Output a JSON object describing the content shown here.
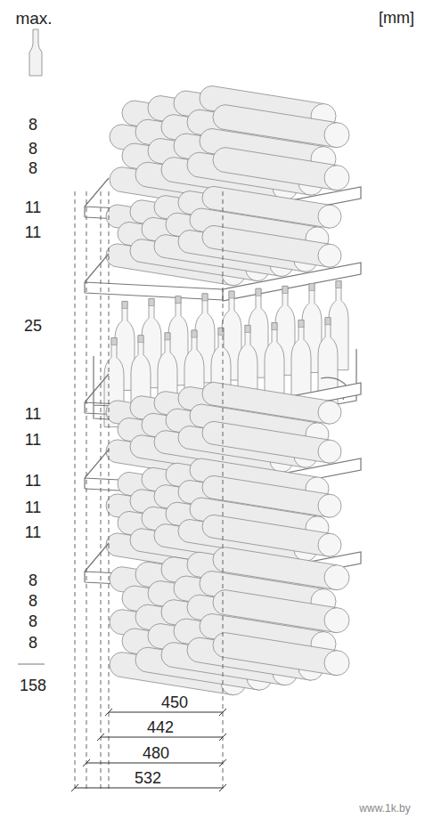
{
  "diagram": {
    "labels": [
      "max.",
      "[mm]",
      "8",
      "8",
      "8",
      "11",
      "11",
      "25",
      "11",
      "11",
      "11",
      "11",
      "11",
      "8",
      "8",
      "8",
      "8",
      "158",
      "450",
      "442",
      "480",
      "532",
      "www.1k.by"
    ]
  }
}
